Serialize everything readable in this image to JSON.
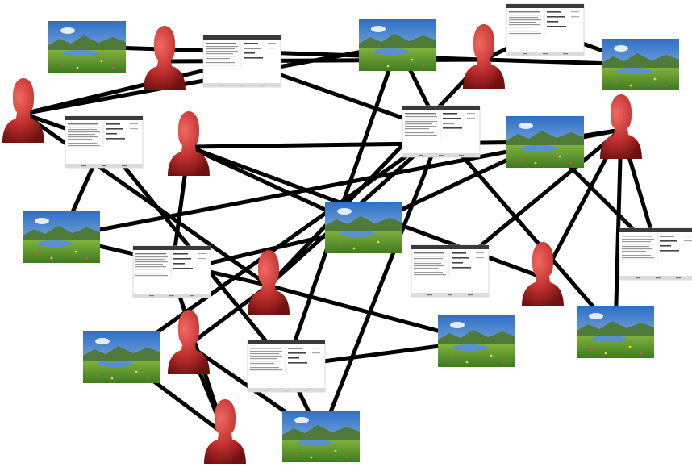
{
  "diagram": {
    "node_kinds": {
      "person": {
        "icon": "person-bust-icon",
        "color": "#b8282a"
      },
      "photo": {
        "icon": "landscape-photo-icon",
        "sky": "#3f7fcf",
        "grass": "#5e9a2e"
      },
      "app": {
        "icon": "app-screen-icon",
        "bar": "#3a3a3a"
      }
    },
    "edge_color": "#000000",
    "nodes": [
      {
        "id": "photo-1",
        "kind": "photo"
      },
      {
        "id": "photo-2",
        "kind": "photo"
      },
      {
        "id": "photo-3",
        "kind": "photo"
      },
      {
        "id": "photo-4",
        "kind": "photo"
      },
      {
        "id": "photo-5",
        "kind": "photo"
      },
      {
        "id": "photo-6",
        "kind": "photo"
      },
      {
        "id": "photo-7",
        "kind": "photo"
      },
      {
        "id": "photo-8",
        "kind": "photo"
      },
      {
        "id": "photo-9",
        "kind": "photo"
      },
      {
        "id": "photo-10",
        "kind": "photo"
      },
      {
        "id": "photo-11",
        "kind": "photo"
      },
      {
        "id": "app-1",
        "kind": "app"
      },
      {
        "id": "app-2",
        "kind": "app"
      },
      {
        "id": "app-3",
        "kind": "app"
      },
      {
        "id": "app-4",
        "kind": "app"
      },
      {
        "id": "app-5",
        "kind": "app"
      },
      {
        "id": "app-6",
        "kind": "app"
      },
      {
        "id": "app-7",
        "kind": "app"
      },
      {
        "id": "app-8",
        "kind": "app"
      },
      {
        "id": "person-1",
        "kind": "person"
      },
      {
        "id": "person-2",
        "kind": "person"
      },
      {
        "id": "person-3",
        "kind": "person"
      },
      {
        "id": "person-4",
        "kind": "person"
      },
      {
        "id": "person-5",
        "kind": "person"
      },
      {
        "id": "person-6",
        "kind": "person"
      },
      {
        "id": "person-7",
        "kind": "person"
      },
      {
        "id": "person-8",
        "kind": "person"
      },
      {
        "id": "person-9",
        "kind": "person"
      }
    ],
    "edges": [
      [
        "person-2",
        "photo-1"
      ],
      [
        "person-2",
        "person-1"
      ],
      [
        "person-2",
        "app-2"
      ],
      [
        "person-2",
        "photo-3"
      ],
      [
        "person-2",
        "person-6"
      ],
      [
        "app-2",
        "photo-3"
      ],
      [
        "person-3",
        "app-1"
      ],
      [
        "person-3",
        "photo-2"
      ],
      [
        "person-3",
        "app-3"
      ],
      [
        "person-3",
        "person-6"
      ],
      [
        "app-1",
        "app-4"
      ],
      [
        "photo-2",
        "app-4"
      ],
      [
        "photo-2",
        "app-7"
      ],
      [
        "app-3",
        "photo-5"
      ],
      [
        "app-3",
        "app-7"
      ],
      [
        "person-4",
        "app-5"
      ],
      [
        "person-4",
        "photo-4"
      ],
      [
        "person-4",
        "photo-6"
      ],
      [
        "person-4",
        "person-8"
      ],
      [
        "app-5",
        "photo-6"
      ],
      [
        "photo-4",
        "photo-6"
      ],
      [
        "person-5",
        "photo-4"
      ],
      [
        "person-5",
        "photo-9"
      ],
      [
        "person-5",
        "photo-5"
      ],
      [
        "person-5",
        "app-6"
      ],
      [
        "person-5",
        "person-8"
      ],
      [
        "person-5",
        "photo-11"
      ],
      [
        "person-5",
        "app-8"
      ],
      [
        "photo-9",
        "app-4"
      ],
      [
        "person-6",
        "app-4"
      ],
      [
        "person-6",
        "photo-5"
      ],
      [
        "person-6",
        "photo-8"
      ],
      [
        "photo-8",
        "app-7"
      ],
      [
        "app-8",
        "photo-11"
      ],
      [
        "photo-7",
        "app-4"
      ],
      [
        "person-7",
        "person-6"
      ],
      [
        "person-7",
        "person-9"
      ],
      [
        "person-7",
        "photo-10"
      ],
      [
        "photo-7",
        "person-9"
      ],
      [
        "person-9",
        "app-5"
      ],
      [
        "app-7",
        "photo-10"
      ],
      [
        "photo-10",
        "app-4"
      ]
    ]
  }
}
